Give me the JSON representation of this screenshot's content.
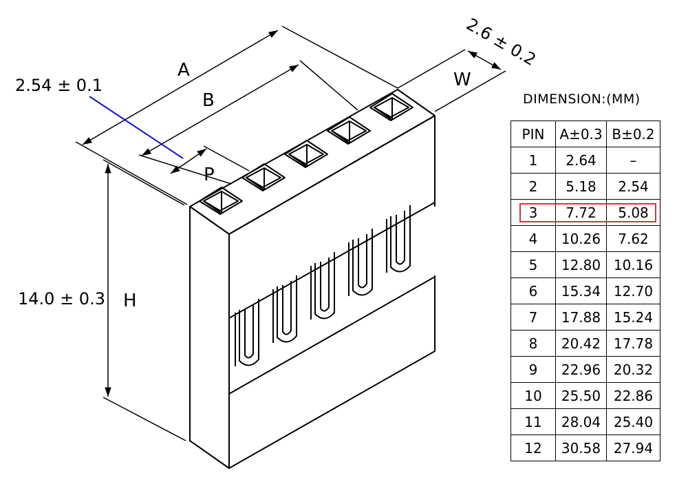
{
  "diagram": {
    "dimensions": {
      "pitch_tolerance": "2.54 ± 0.1",
      "width_tolerance": "2.6 ± 0.2",
      "height_tolerance": "14.0 ± 0.3"
    },
    "letters": {
      "a": "A",
      "b": "B",
      "p": "P",
      "w": "W",
      "h": "H"
    },
    "colors": {
      "leader": "#1010d0",
      "highlight": "#d4343a"
    }
  },
  "table": {
    "title": "DIMENSION:(MM)",
    "headers": [
      "PIN",
      "A±0.3",
      "B±0.2"
    ],
    "rows": [
      [
        "1",
        "2.64",
        "–"
      ],
      [
        "2",
        "5.18",
        "2.54"
      ],
      [
        "3",
        "7.72",
        "5.08"
      ],
      [
        "4",
        "10.26",
        "7.62"
      ],
      [
        "5",
        "12.80",
        "10.16"
      ],
      [
        "6",
        "15.34",
        "12.70"
      ],
      [
        "7",
        "17.88",
        "15.24"
      ],
      [
        "8",
        "20.42",
        "17.78"
      ],
      [
        "9",
        "22.96",
        "20.32"
      ],
      [
        "10",
        "25.50",
        "22.86"
      ],
      [
        "11",
        "28.04",
        "25.40"
      ],
      [
        "12",
        "30.58",
        "27.94"
      ]
    ],
    "highlighted_row": 3
  }
}
